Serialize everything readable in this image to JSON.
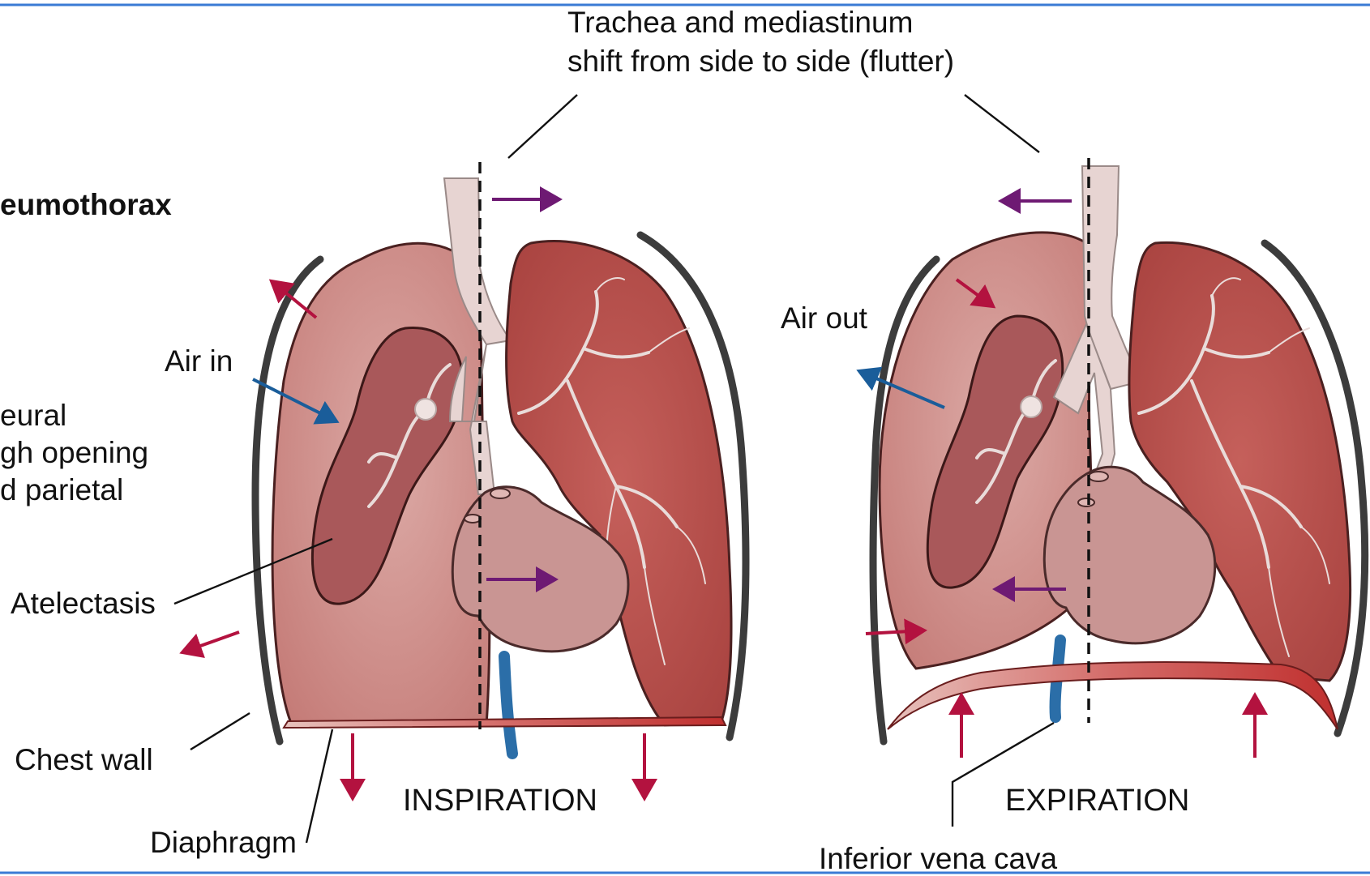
{
  "labels": {
    "title": "eumothorax",
    "trachea_line1": "Trachea and mediastinum",
    "trachea_line2": "shift from side to side (flutter)",
    "air_in": "Air in",
    "air_out": "Air out",
    "pleural_line1": "eural",
    "pleural_line2": "gh opening",
    "pleural_line3": "d parietal",
    "atelectasis": "Atelectasis",
    "chest_wall": "Chest wall",
    "diaphragm": "Diaphragm",
    "inspiration": "INSPIRATION",
    "expiration": "EXPIRATION",
    "inferior_vena_cava": "Inferior vena cava"
  },
  "colors": {
    "lung_collapsed": "#c9837f",
    "lung_healthy": "#b9504c",
    "lung_outline": "#4a2020",
    "heart": "#c99593",
    "air_arrow": "#1a5d9a",
    "pressure_arrow": "#b3123f",
    "shift_arrow": "#6e1a73",
    "vena_cava": "#2b6ea8",
    "diaphragm": "#c23a3a",
    "frame_line": "#3a7bd5"
  }
}
